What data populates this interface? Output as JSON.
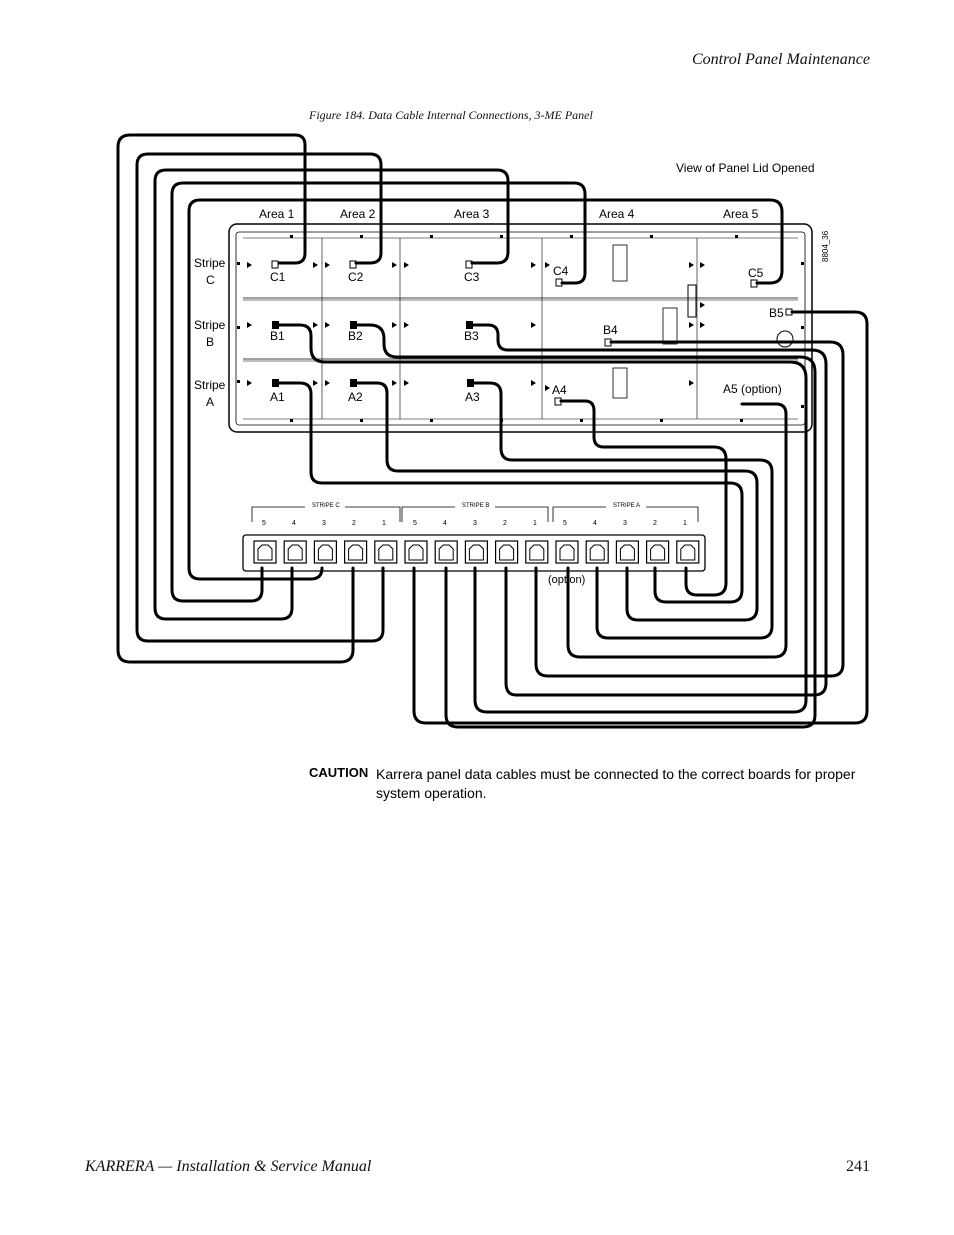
{
  "header": {
    "section_title": "Control Panel Maintenance"
  },
  "figure": {
    "caption": "Figure 184.  Data Cable Internal Connections, 3-ME Panel",
    "view_label": "View of Panel Lid Opened",
    "drawing_id": "8804_36",
    "areas": [
      "Area 1",
      "Area 2",
      "Area 3",
      "Area 4",
      "Area 5"
    ],
    "stripes": [
      {
        "line1": "Stripe",
        "line2": "C"
      },
      {
        "line1": "Stripe",
        "line2": "B"
      },
      {
        "line1": "Stripe",
        "line2": "A"
      }
    ],
    "board_labels": {
      "C1": "C1",
      "C2": "C2",
      "C3": "C3",
      "C4": "C4",
      "C5": "C5",
      "B1": "B1",
      "B2": "B2",
      "B3": "B3",
      "B4": "B4",
      "B5": "B5",
      "A1": "A1",
      "A2": "A2",
      "A3": "A3",
      "A4": "A4",
      "A5": "A5 (option)"
    },
    "connector_groups": [
      {
        "name": "STRIPE C",
        "ports": [
          "5",
          "4",
          "3",
          "2",
          "1"
        ]
      },
      {
        "name": "STRIPE B",
        "ports": [
          "5",
          "4",
          "3",
          "2",
          "1"
        ]
      },
      {
        "name": "STRIPE A",
        "ports": [
          "5",
          "4",
          "3",
          "2",
          "1"
        ]
      }
    ],
    "option_label": "(option)"
  },
  "caution": {
    "label": "CAUTION",
    "text": "Karrera panel data cables must be connected to the correct boards for proper system operation."
  },
  "footer": {
    "manual_title": "KARRERA  —  Installation & Service Manual",
    "page_number": "241"
  }
}
